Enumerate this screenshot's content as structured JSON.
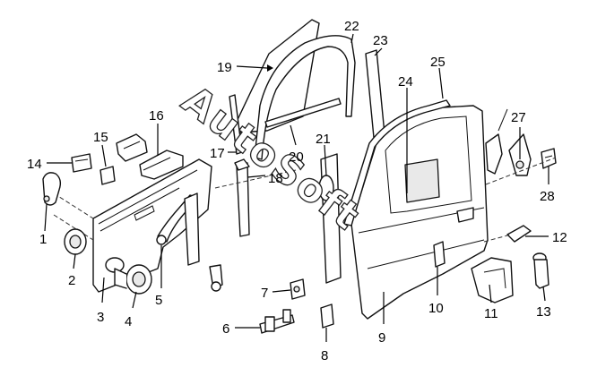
{
  "diagram": {
    "watermark_text": "AutoSoft",
    "callouts": [
      {
        "id": "1",
        "label": "1"
      },
      {
        "id": "2",
        "label": "2"
      },
      {
        "id": "3",
        "label": "3"
      },
      {
        "id": "4",
        "label": "4"
      },
      {
        "id": "5",
        "label": "5"
      },
      {
        "id": "6",
        "label": "6"
      },
      {
        "id": "7",
        "label": "7"
      },
      {
        "id": "8",
        "label": "8"
      },
      {
        "id": "9",
        "label": "9"
      },
      {
        "id": "10",
        "label": "10"
      },
      {
        "id": "11",
        "label": "11"
      },
      {
        "id": "12",
        "label": "12"
      },
      {
        "id": "13",
        "label": "13"
      },
      {
        "id": "14",
        "label": "14"
      },
      {
        "id": "15",
        "label": "15"
      },
      {
        "id": "16",
        "label": "16"
      },
      {
        "id": "17",
        "label": "17"
      },
      {
        "id": "18",
        "label": "18"
      },
      {
        "id": "19",
        "label": "19"
      },
      {
        "id": "20",
        "label": "20"
      },
      {
        "id": "21",
        "label": "21"
      },
      {
        "id": "22",
        "label": "22"
      },
      {
        "id": "23",
        "label": "23"
      },
      {
        "id": "24",
        "label": "24"
      },
      {
        "id": "25",
        "label": "25"
      },
      {
        "id": "27",
        "label": "27"
      },
      {
        "id": "28",
        "label": "28"
      }
    ]
  }
}
